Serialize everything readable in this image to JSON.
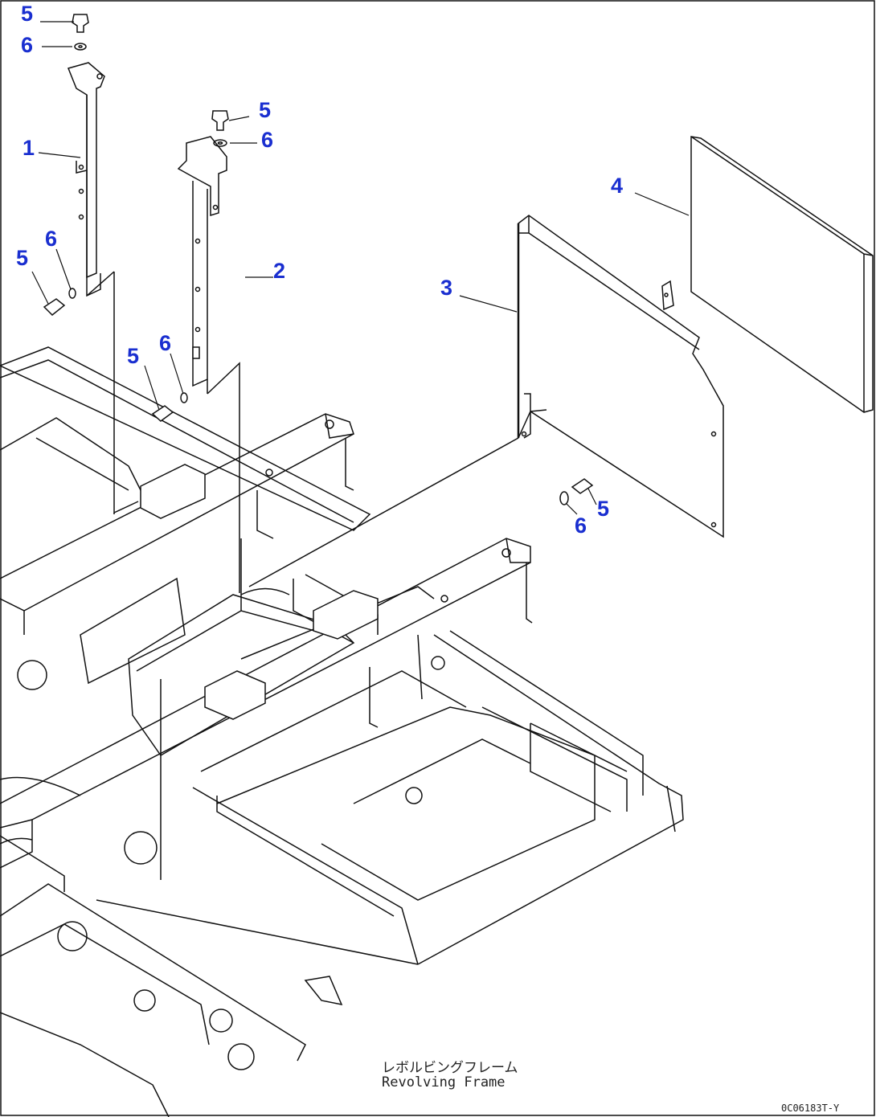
{
  "callouts": [
    {
      "id": "c5a",
      "text": "5"
    },
    {
      "id": "c6a",
      "text": "6"
    },
    {
      "id": "c1",
      "text": "1"
    },
    {
      "id": "c5b",
      "text": "5"
    },
    {
      "id": "c6b",
      "text": "6"
    },
    {
      "id": "c2",
      "text": "2"
    },
    {
      "id": "c5c",
      "text": "5"
    },
    {
      "id": "c6c",
      "text": "6"
    },
    {
      "id": "c5d",
      "text": "5"
    },
    {
      "id": "c6d",
      "text": "6"
    },
    {
      "id": "c4",
      "text": "4"
    },
    {
      "id": "c3",
      "text": "3"
    },
    {
      "id": "c5e",
      "text": "5"
    },
    {
      "id": "c6e",
      "text": "6"
    }
  ],
  "caption": {
    "japanese": "レボルビングフレーム",
    "english": "Revolving Frame"
  },
  "drawing_code": "0C06183T-Y",
  "colors": {
    "callout": "#1a2fd0",
    "line": "#111111",
    "background": "#ffffff"
  }
}
